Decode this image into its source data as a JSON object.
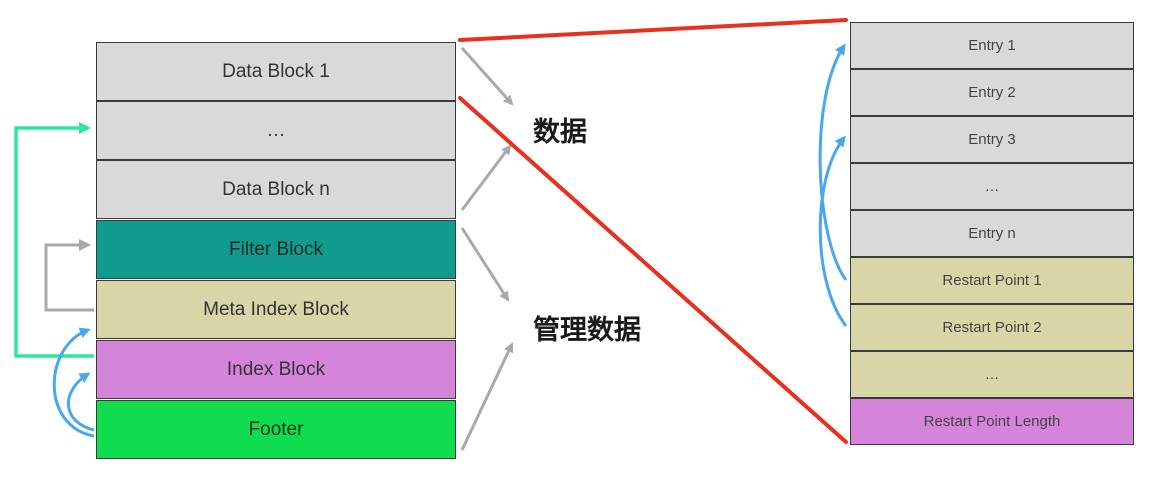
{
  "sstable": {
    "blocks": [
      {
        "label": "Data Block 1"
      },
      {
        "label": "…"
      },
      {
        "label": "Data Block n"
      },
      {
        "label": "Filter Block"
      },
      {
        "label": "Meta Index Block"
      },
      {
        "label": "Index Block"
      },
      {
        "label": "Footer"
      }
    ]
  },
  "groups": {
    "data_label": "数据",
    "meta_label": "管理数据"
  },
  "data_block_detail": {
    "rows": [
      {
        "label": "Entry 1"
      },
      {
        "label": "Entry 2"
      },
      {
        "label": "Entry 3"
      },
      {
        "label": "…"
      },
      {
        "label": "Entry n"
      },
      {
        "label": "Restart Point 1"
      },
      {
        "label": "Restart Point 2"
      },
      {
        "label": "…"
      },
      {
        "label": "Restart Point Length"
      }
    ]
  },
  "colors": {
    "zoom_line": "#e8301e",
    "green_arrow": "#2ee89a",
    "gray_arrow": "#a9a9a9",
    "blue_arrow": "#4aa6f0"
  }
}
